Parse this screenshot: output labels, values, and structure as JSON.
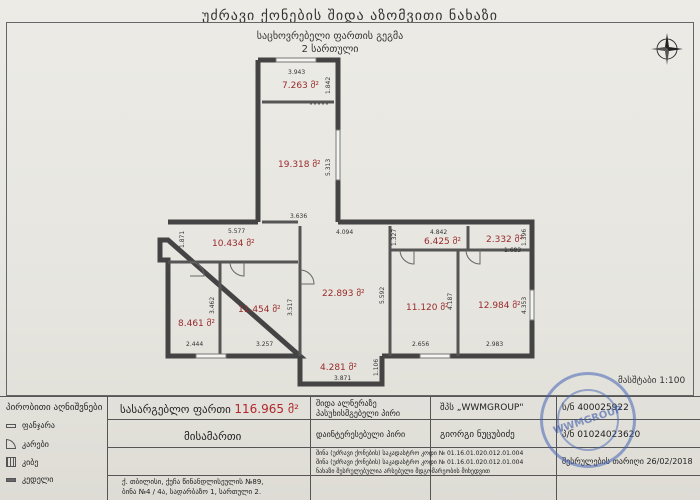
{
  "document": {
    "title": "უძრავი ქონების შიდა აზომვითი ნახაზი",
    "plan_title_line1": "საცხოვრებელი ფართის გეგმა",
    "plan_title_line2": "2 სართული",
    "scale": "მასშტაბი 1:100"
  },
  "rooms": [
    {
      "area": "7.263 მ²"
    },
    {
      "area": "19.318 მ²"
    },
    {
      "area": "10.434 მ²"
    },
    {
      "area": "22.893 მ²"
    },
    {
      "area": "6.425 მ²"
    },
    {
      "area": "2.332 მ²"
    },
    {
      "area": "8.461 მ²"
    },
    {
      "area": "11.454 მ²"
    },
    {
      "area": "11.120 მ²"
    },
    {
      "area": "12.984 მ²"
    },
    {
      "area": "4.281 მ²"
    }
  ],
  "dimensions": {
    "d1": "3.943",
    "d2": "1.842",
    "d3": "5.313",
    "d4": "3.636",
    "d5": "5.577",
    "d6": "1.871",
    "d7": "4.094",
    "d8": "1.327",
    "d9": "4.842",
    "d10": "1.396",
    "d11": "1.683",
    "d12": "3.462",
    "d13": "3.517",
    "d14": "5.592",
    "d15": "4.187",
    "d16": "4.353",
    "d17": "2.444",
    "d18": "3.257",
    "d19": "2.656",
    "d20": "2.983",
    "d21": "3.871",
    "d22": "1.106"
  },
  "legend": {
    "heading": "პირობითი აღნიშვნები",
    "items": [
      "ფანჯარა",
      "კარები",
      "კიბე",
      "კედელი"
    ]
  },
  "title_block": {
    "area_label": "სასარგებლო ფართი",
    "area_value": "116.965 მ²",
    "address_label": "მისამართი",
    "address_line1": "ქ. თბილისი, ქუჩა წინანდლისეულის №89,",
    "address_line2": "ბინა №4 / 4ა, სადარბაზო 1, სართული 2.",
    "person1": "შიდა ალნერაზე",
    "person1_sub": "პასუხისმგებელი პირი",
    "person2": "დაინტერესებული პირი",
    "code1": "შინა (უძრავი ქონების) საკადასტრო კოდი № 01.16.01.020.012.01.004",
    "code2": "შინა (უძრავი ქონების) საკადასტრო კოდი № 01.16.01.020.012.01.004",
    "code3": "ნახაზი შესრულებულია არსებული მდგომარეობის მიხედვით",
    "company": "შპს „WWMGROUP\"",
    "engineer": "გიორგი ნუცუბიძე",
    "id1_label": "ს/ნ",
    "id1_value": "400025922",
    "id2_label": "პ/ნ",
    "id2_value": "01024023620",
    "date_label": "შესრულების თარიღი",
    "date_value": "26/02/2018",
    "stamp_text": "WWMGROUP"
  }
}
